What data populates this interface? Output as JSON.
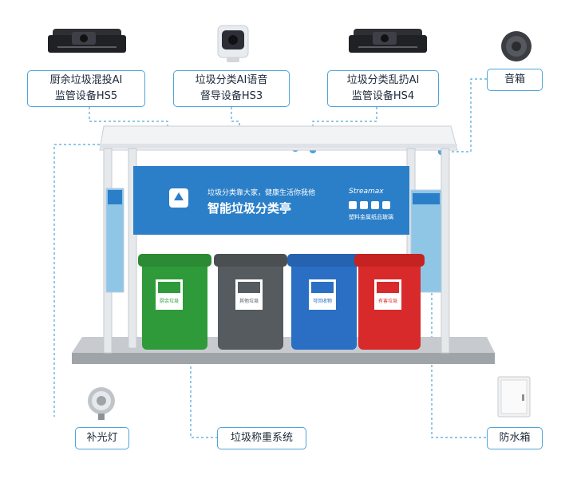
{
  "callouts": {
    "kitchen_ai": "厨余垃圾混投AI\n监管设备HS5",
    "voice_ai": "垃圾分类AI语音\n督导设备HS3",
    "litter_ai": "垃圾分类乱扔AI\n监管设备HS4",
    "speaker": "音箱",
    "fill_light": "补光灯",
    "weighing": "垃圾称重系统",
    "waterproof_box": "防水箱"
  },
  "banner": {
    "slogan": "垃圾分类靠大家，健康生活你我他",
    "title": "智能垃圾分类亭",
    "brand": "Streamax",
    "categories": [
      "塑料",
      "金属",
      "纸品",
      "玻璃"
    ]
  },
  "bins": [
    {
      "color": "#2f9a3a",
      "label": "厨余垃圾"
    },
    {
      "color": "#555b5e",
      "label": "其他垃圾"
    },
    {
      "color": "#2a6fc4",
      "label": "可回收物"
    },
    {
      "color": "#d82a2a",
      "label": "有害垃圾"
    }
  ],
  "colors": {
    "accent": "#4fa3d9",
    "banner": "#2b7fc8",
    "frame": "#e4e8ec",
    "floor": "#cfd3d6"
  }
}
